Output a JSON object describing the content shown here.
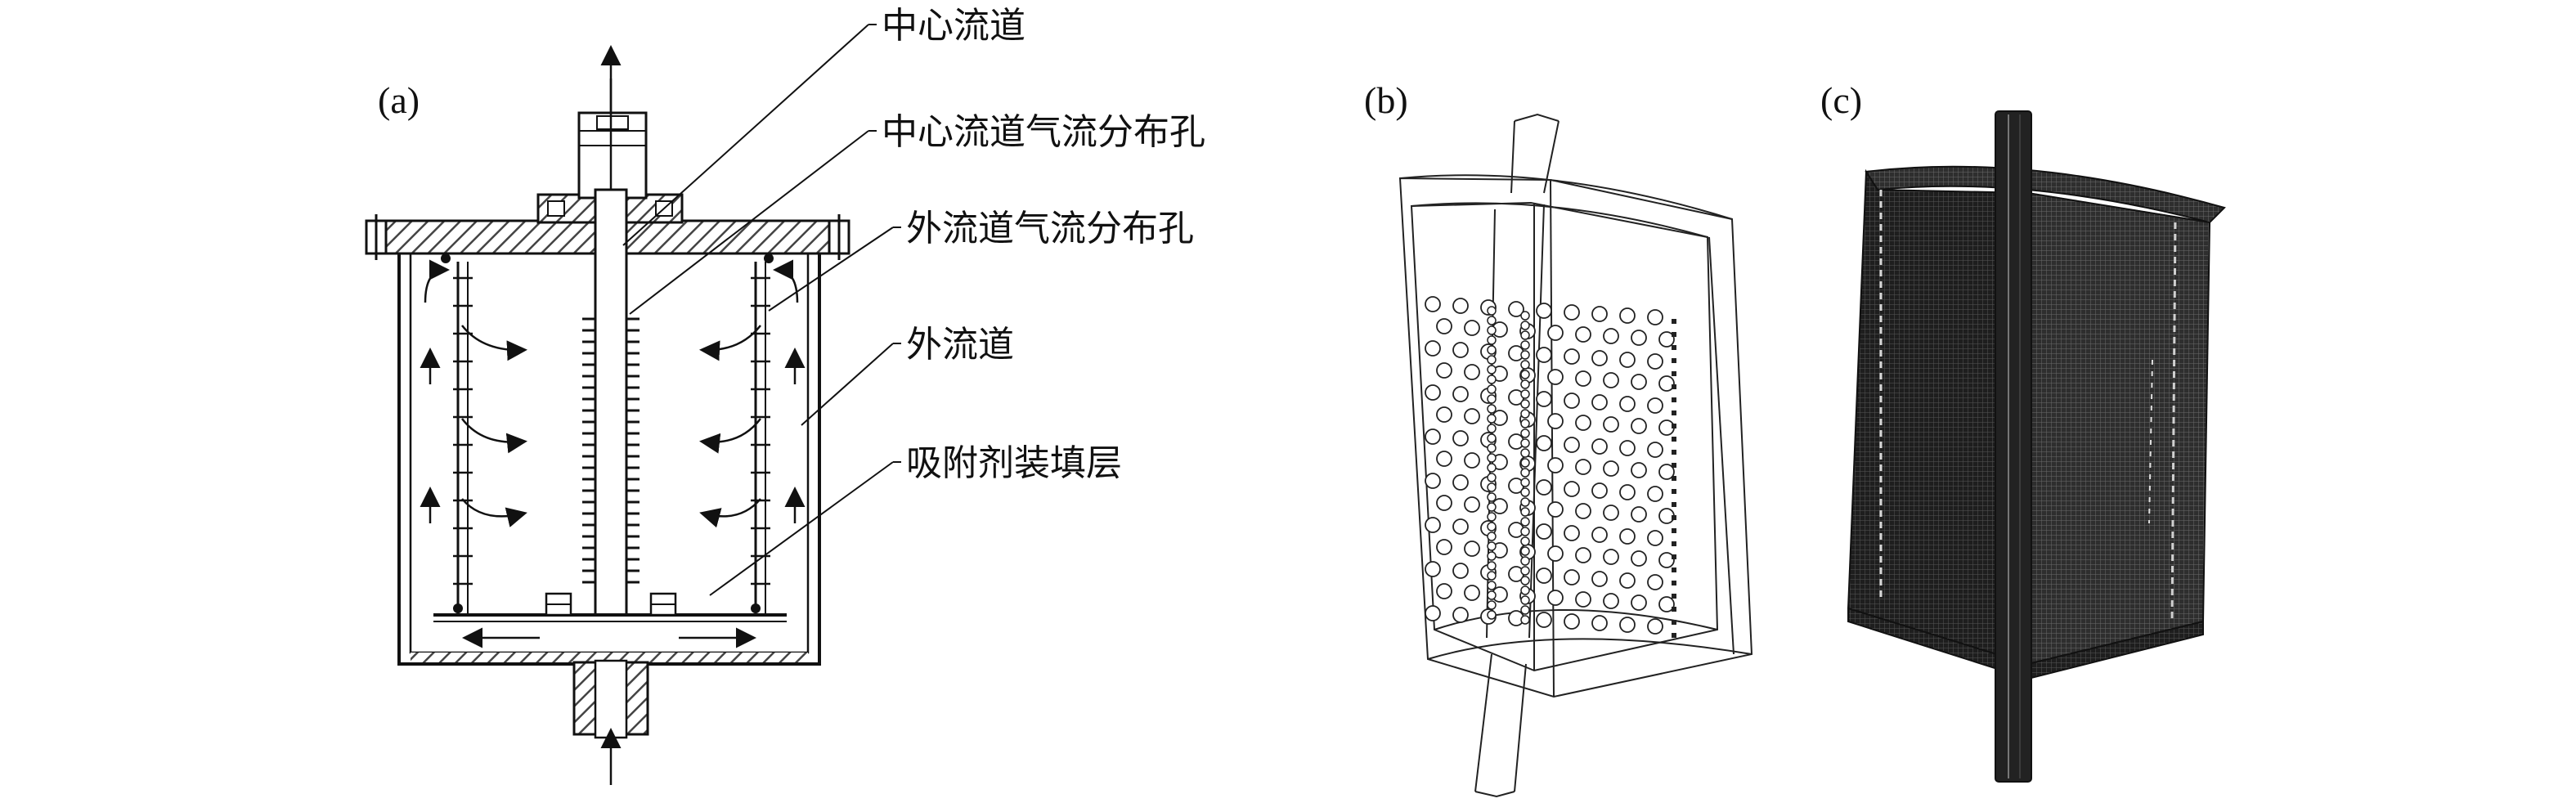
{
  "panels": {
    "a": "(a)",
    "b": "(b)",
    "c": "(c)"
  },
  "callouts": {
    "center_channel": "中心流道",
    "center_channel_holes": "中心流道气流分布孔",
    "outer_channel_holes": "外流道气流分布孔",
    "outer_channel": "外流道",
    "adsorbent_layer": "吸附剂装填层"
  },
  "colors": {
    "ink": "#111111",
    "hatch": "#444444",
    "mesh_dark": "#2a2a2a",
    "mesh_light": "#d8d8d8"
  }
}
